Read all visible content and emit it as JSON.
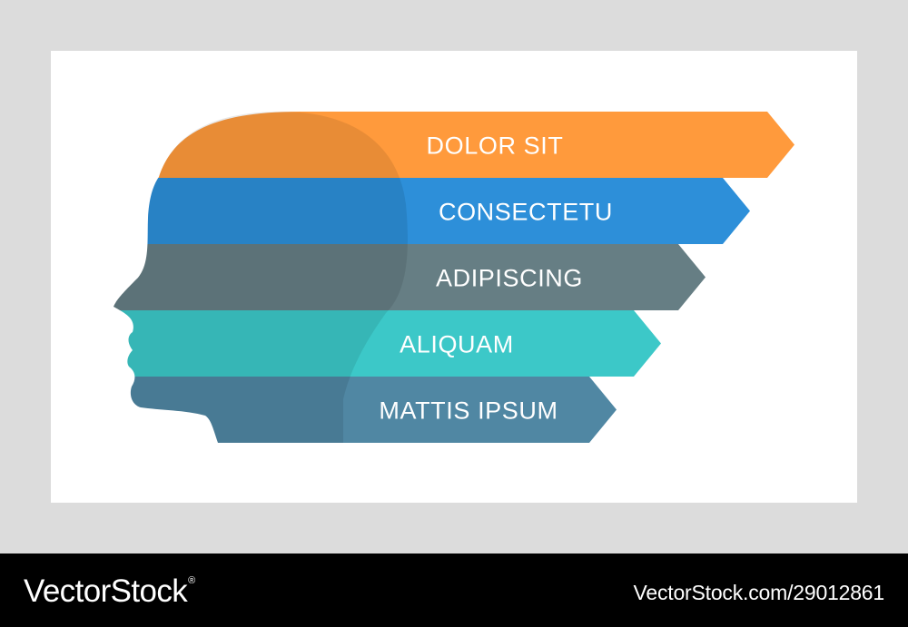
{
  "diagram": {
    "bands": [
      {
        "label": "DOLOR SIT",
        "color": "#ff9a3c"
      },
      {
        "label": "CONSECTETU",
        "color": "#2d8fd9"
      },
      {
        "label": "ADIPISCING",
        "color": "#667e84"
      },
      {
        "label": "ALIQUAM",
        "color": "#3cc8c8"
      },
      {
        "label": "MATTIS IPSUM",
        "color": "#5087a3"
      }
    ],
    "head_overlay_color": "#000000",
    "card_background": "#ffffff",
    "page_background": "#dcdcdc"
  },
  "footer": {
    "logo_text": "VectorStock",
    "logo_mark": "®",
    "credit": "VectorStock.com/29012861",
    "background": "#000000"
  }
}
